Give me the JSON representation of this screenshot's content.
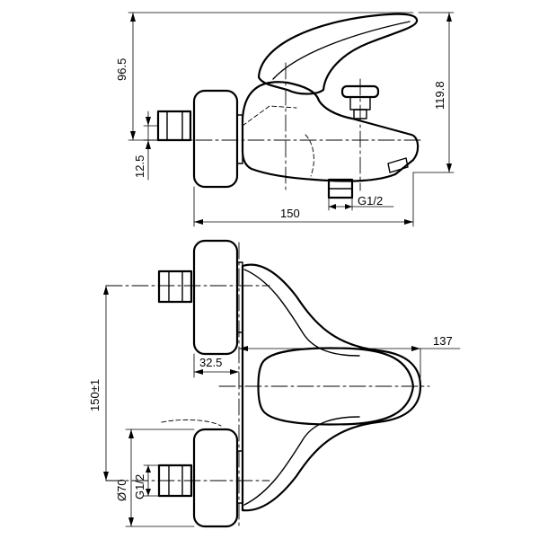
{
  "dimensions": {
    "height_to_top": "96.5",
    "overall_height": "119.8",
    "inlet_offset": "12.5",
    "overall_length": "150",
    "spout_thread": "G1/2",
    "center_distance": "150±1",
    "body_offset": "32.5",
    "projection": "137",
    "flange_diameter": "Ø70",
    "inlet_thread": "G1/2"
  }
}
